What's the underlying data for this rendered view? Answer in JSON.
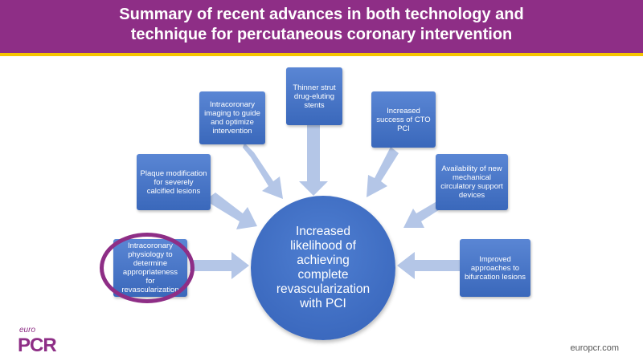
{
  "header": {
    "title_line1": "Summary of recent advances in both technology and",
    "title_line2": "technique for percutaneous coronary intervention"
  },
  "center": {
    "lines": [
      "Increased",
      "likelihood of",
      "achieving",
      "complete",
      "revascularization",
      "with PCI"
    ]
  },
  "boxes": {
    "thinner": [
      "Thinner strut",
      "drug-eluting",
      "stents"
    ],
    "imaging": [
      "Intracoronary",
      "imaging to guide",
      "and optimize",
      "intervention"
    ],
    "cto": [
      "Increased",
      "success of CTO",
      "PCI"
    ],
    "plaque": [
      "Plaque modification",
      "for severely",
      "calcified lesions"
    ],
    "mcs": [
      "Availability of new",
      "mechanical",
      "circulatory support",
      "devices"
    ],
    "physiology": [
      "Intracoronary",
      "physiology to",
      "determine",
      "appropriateness",
      "for",
      "revascularization"
    ],
    "bifurcation": [
      "Improved",
      "approaches to",
      "bifurcation lesions"
    ]
  },
  "footer": {
    "logo_small": "euro",
    "logo_big": "PCR",
    "site": "europcr.com"
  },
  "colors": {
    "header": "#8e2e86",
    "header_line": "#f5c400",
    "box": "#4a78c8",
    "arrow": "#b4c6e7",
    "highlight": "#8e2e86"
  }
}
